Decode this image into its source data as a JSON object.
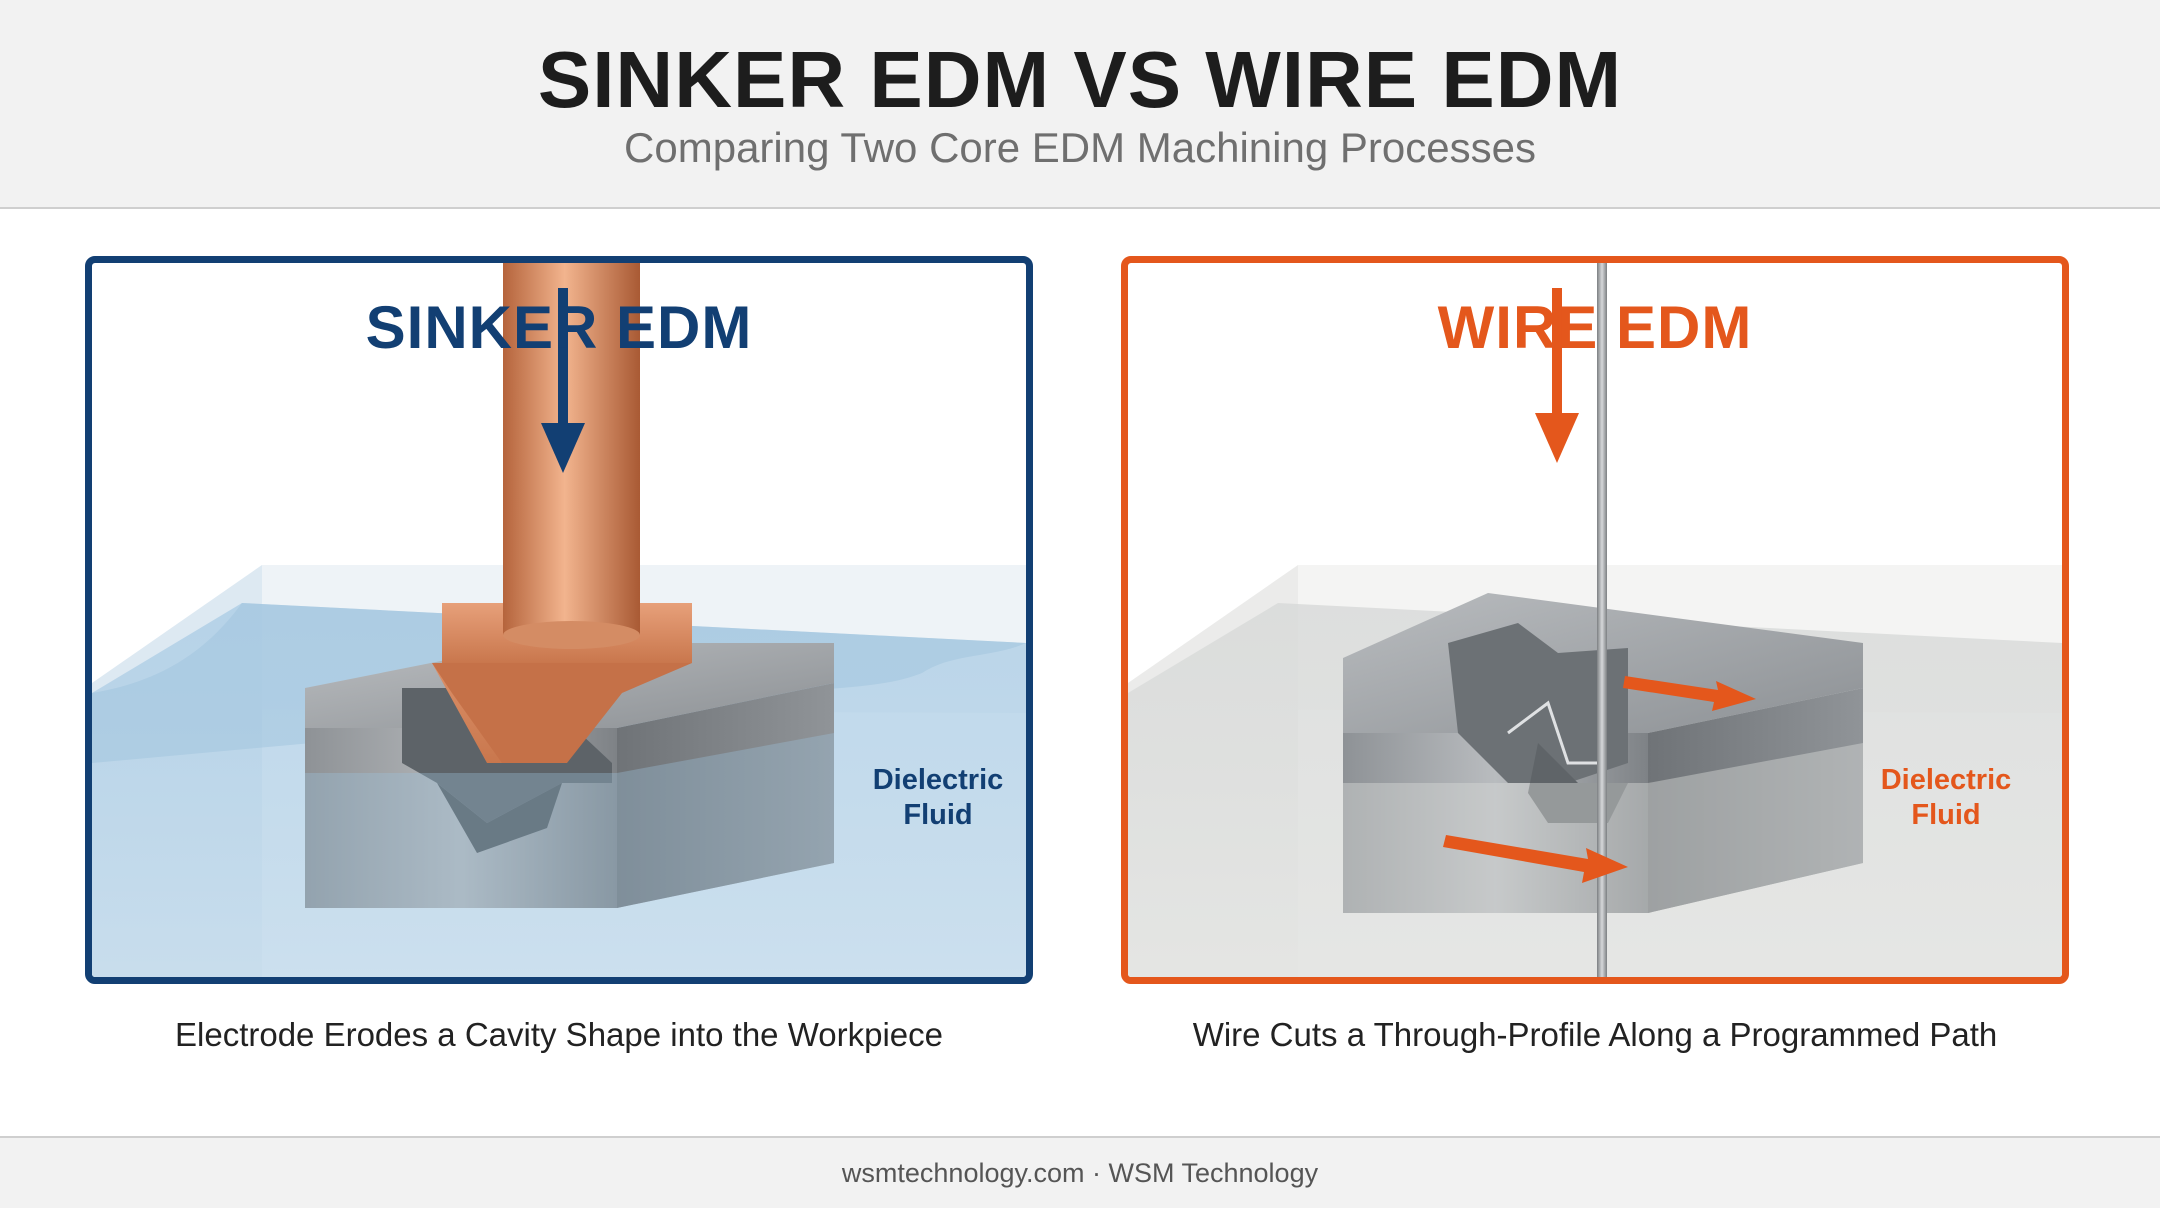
{
  "header": {
    "title": "SINKER EDM VS WIRE EDM",
    "subtitle": "Comparing Two Core EDM Machining Processes"
  },
  "panels": {
    "sinker": {
      "title": "SINKER EDM",
      "fluid_label_line1": "Dielectric",
      "fluid_label_line2": "Fluid",
      "caption": "Electrode Erodes a Cavity Shape into the Workpiece",
      "accent_color": "#123f73"
    },
    "wire": {
      "title": "WIRE EDM",
      "fluid_label_line1": "Dielectric",
      "fluid_label_line2": "Fluid",
      "caption": "Wire Cuts a Through-Profile Along a Programmed Path",
      "accent_color": "#e4571c"
    }
  },
  "footer": {
    "text": "wsmtechnology.com · WSM Technology"
  }
}
